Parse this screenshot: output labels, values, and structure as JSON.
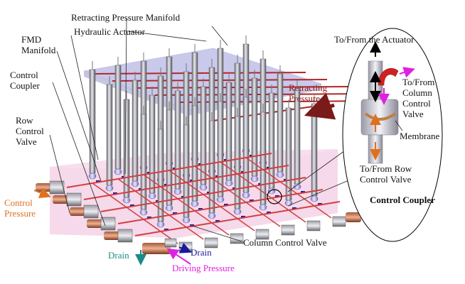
{
  "labels": {
    "retracting_manifold": "Retracting Pressure Manifold",
    "hydraulic_actuator": "Hydraulic Actuator",
    "fmd_manifold": "FMD\nManifold",
    "control_coupler": "Control\nCoupler",
    "row_control_valve": "Row\nControl\nValve",
    "retracting_pressure": "Retracting\nPressure",
    "control_pressure": "Control\nPressure",
    "column_control_valve": "Column Control Valve",
    "drain_left": "Drain",
    "drain_right": "Drain",
    "driving_pressure": "Driving Pressure"
  },
  "inset": {
    "to_from_actuator": "To/From the Actuator",
    "to_from_column": "To/From\nColumn\nControl\nValve",
    "membrane": "Membrane",
    "to_from_row": "To/From Row\nControl Valve",
    "title": "Control Coupler"
  },
  "colors": {
    "retracting": "#8b1a1a",
    "control": "#e07020",
    "drain": "#1a8a8a",
    "drain_blue": "#1a1a9a",
    "driving": "#e020e0"
  }
}
